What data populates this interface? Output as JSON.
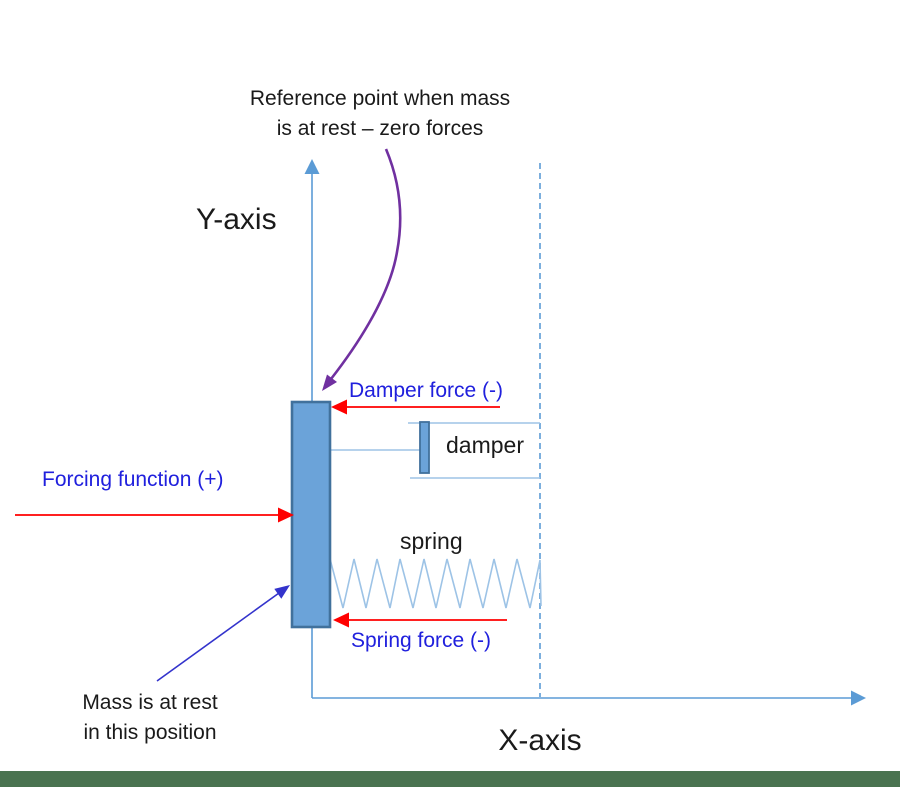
{
  "title": "Mass-spring-damper reference diagram",
  "colors": {
    "axis_blue": "#5B9BD5",
    "light_blue": "#9DC3E6",
    "mass_fill": "#6BA3D9",
    "mass_border": "#41719C",
    "force_arrow_red": "#FF0000",
    "label_blue": "#2020DD",
    "pointer_blue": "#3333CC",
    "reference_purple": "#7030A0",
    "footer_green": "#4A7350",
    "text_black": "#1A1A1A"
  },
  "labels": {
    "reference_note_line1": "Reference point when mass",
    "reference_note_line2": "is at rest – zero forces",
    "y_axis": "Y-axis",
    "x_axis": "X-axis",
    "forcing_function": "Forcing function (+)",
    "damper_force": "Damper force (-)",
    "spring_force": "Spring force (-)",
    "damper": "damper",
    "spring": "spring",
    "mass_note_line1": "Mass is at rest",
    "mass_note_line2": "in this position"
  }
}
